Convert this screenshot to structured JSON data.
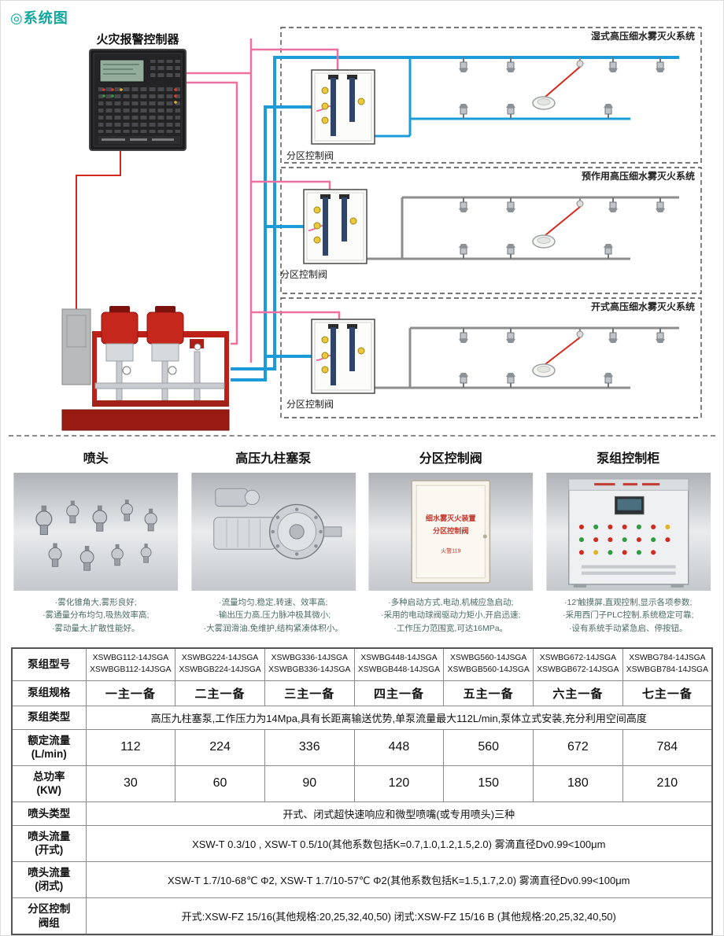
{
  "page_title": "◎系统图",
  "diagram": {
    "controller_label": "火灾报警控制器",
    "systems": [
      {
        "label": "湿式高压细水雾灭火系统",
        "valve_label": "分区控制阀"
      },
      {
        "label": "预作用高压细水雾灭火系统",
        "valve_label": "分区控制阀"
      },
      {
        "label": "开式高压细水雾灭火系统",
        "valve_label": "分区控制阀"
      }
    ],
    "colors": {
      "accent_teal": "#12a79e",
      "wet_pipe_blue": "#1b9cd8",
      "dry_pipe_gray": "#8d8d8d",
      "signal_pink": "#ef6fa0",
      "alarm_red": "#d3281c",
      "pump_red": "#bd2018"
    }
  },
  "products": [
    {
      "title": "喷头",
      "desc": [
        "·雾化锥角大,雾形良好;",
        "·雾通量分布均匀,吸热效率高;",
        "·雾动量大,扩散性能好。"
      ]
    },
    {
      "title": "高压九柱塞泵",
      "desc": [
        "·流量均匀,稳定,转速、效率高;",
        "·输出压力高,压力脉冲极其微小;",
        "·大雾润滑油,免维护,结构紧凑体积小。"
      ]
    },
    {
      "title": "分区控制阀",
      "desc": [
        "·多种启动方式,电动,机械应急启动;",
        "·采用的电动球阀驱动力矩小,开启迅速;",
        "·工作压力范围宽,可达16MPa。"
      ],
      "photo_text": [
        "细水雾灭火装置",
        "分区控制阀",
        "火警119"
      ]
    },
    {
      "title": "泵组控制柜",
      "desc": [
        "·12′触摸屏,直观控制,显示各项参数;",
        "·采用西门子PLC控制,系统稳定可靠;",
        "·设有系统手动紧急启、停按钮。"
      ]
    }
  ],
  "table": {
    "row_model": {
      "header": "泵组型号",
      "cells": [
        "XSWBG112-14JSGA\nXSWBGB112-14JSGA",
        "XSWBG224-14JSGA\nXSWBGB224-14JSGA",
        "XSWBG336-14JSGA\nXSWBGB336-14JSGA",
        "XSWBG448-14JSGA\nXSWBGB448-14JSGA",
        "XSWBG560-14JSGA\nXSWBGB560-14JSGA",
        "XSWBG672-14JSGA\nXSWBGB672-14JSGA",
        "XSWBG784-14JSGA\nXSWBGB784-14JSGA"
      ]
    },
    "row_spec": {
      "header": "泵组规格",
      "cells": [
        "一主一备",
        "二主一备",
        "三主一备",
        "四主一备",
        "五主一备",
        "六主一备",
        "七主一备"
      ]
    },
    "row_type": {
      "header": "泵组类型",
      "value": "高压九柱塞泵,工作压力为14Mpa,具有长距离输送优势,单泵流量最大112L/min,泵体立式安装,充分利用空间高度"
    },
    "row_flow": {
      "header": "额定流量\n(L/min)",
      "cells": [
        "112",
        "224",
        "336",
        "448",
        "560",
        "672",
        "784"
      ]
    },
    "row_power": {
      "header": "总功率\n(KW)",
      "cells": [
        "30",
        "60",
        "90",
        "120",
        "150",
        "180",
        "210"
      ]
    },
    "row_nozzle_type": {
      "header": "喷头类型",
      "value": "开式、闭式超快速响应和微型喷嘴(或专用喷头)三种"
    },
    "row_nozzle_open": {
      "header": "喷头流量\n(开式)",
      "value": "XSW-T 0.3/10 , XSW-T 0.5/10(其他系数包括K=0.7,1.0,1.2,1.5,2.0)  雾滴直径Dv0.99<100μm"
    },
    "row_nozzle_closed": {
      "header": "喷头流量\n(闭式)",
      "value": "XSW-T 1.7/10-68℃ Φ2, XSW-T 1.7/10-57℃ Φ2(其他系数包括K=1.5,1.7,2.0) 雾滴直径Dv0.99<100μm"
    },
    "row_zone_valve": {
      "header": "分区控制\n阀组",
      "value": "开式:XSW-FZ 15/16(其他规格:20,25,32,40,50) 闭式:XSW-FZ 15/16 B (其他规格:20,25,32,40,50)"
    }
  }
}
